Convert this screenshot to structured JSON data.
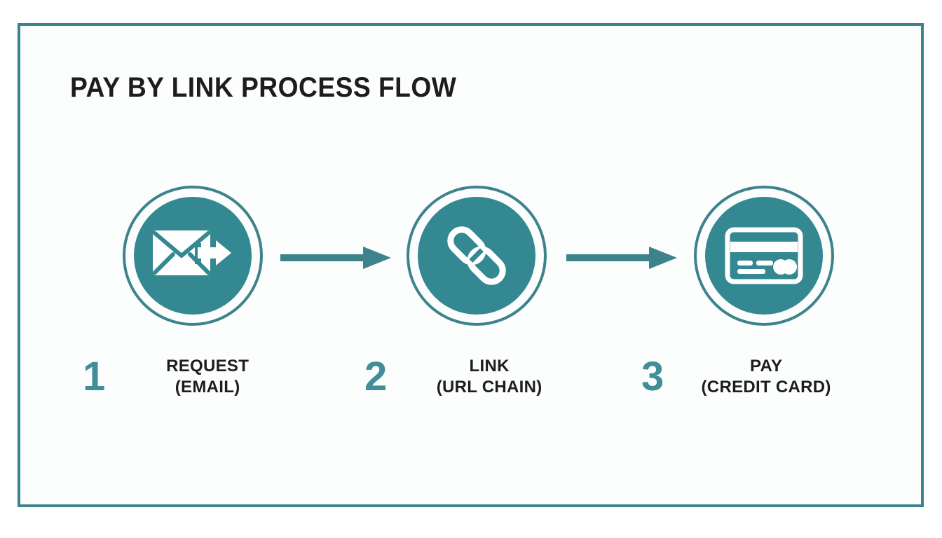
{
  "slide": {
    "title": "PAY BY LINK PROCESS FLOW",
    "background_color": "#ffffff",
    "panel_color": "#fcfdfd",
    "frame_color": "#3d838c",
    "accent_color": "#338891",
    "number_color": "#3f8e99",
    "text_color": "#1d1d1d"
  },
  "flow": {
    "steps": [
      {
        "number": "1",
        "line1": "REQUEST",
        "line2": "(EMAIL)",
        "icon": "envelope-send-icon"
      },
      {
        "number": "2",
        "line1": "LINK",
        "line2": "(URL CHAIN)",
        "icon": "chain-link-icon"
      },
      {
        "number": "3",
        "line1": "PAY",
        "line2": "(CREDIT CARD)",
        "icon": "credit-card-icon"
      }
    ],
    "connectors": [
      {
        "name": "arrow-right-icon"
      },
      {
        "name": "arrow-right-icon"
      }
    ]
  }
}
